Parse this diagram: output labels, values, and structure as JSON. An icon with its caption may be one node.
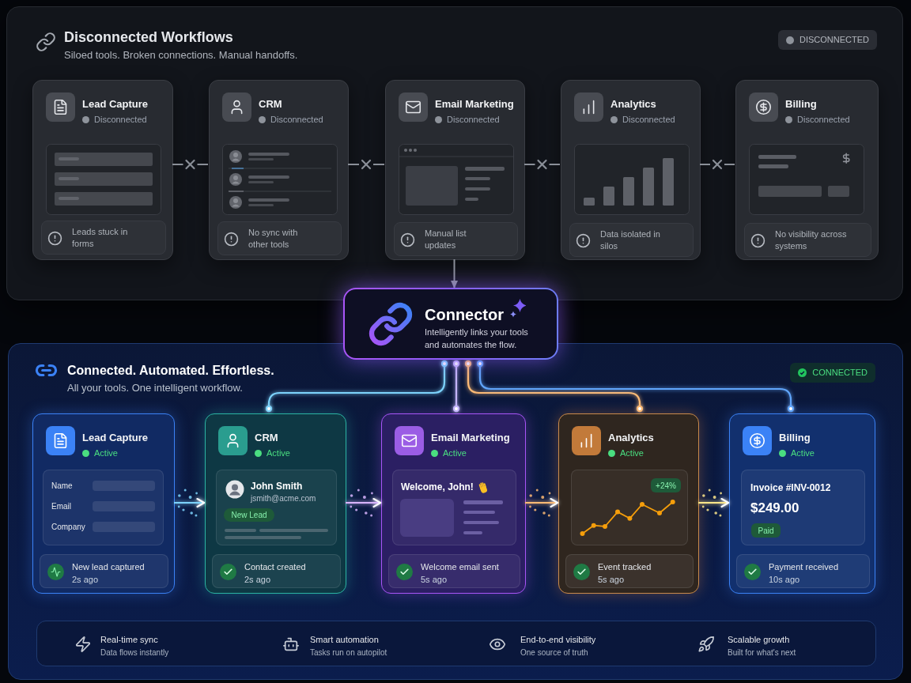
{
  "diagram": {
    "nodes": [
      {
        "text": [
          "Disconnected Workflows",
          "Siloed tools. Broken connections. Manual handoffs."
        ]
      },
      {
        "text": [
          "DISCONNECTED"
        ],
        "in": 0
      },
      {
        "text": [
          "Lead Capture",
          "Disconnected"
        ],
        "in": 0
      },
      {
        "text": [
          "Leads stuck in forms"
        ],
        "in": 2
      },
      {
        "text": [
          "CRM",
          "Disconnected"
        ],
        "in": 0
      },
      {
        "text": [
          "No sync with other tools"
        ],
        "in": 4
      },
      {
        "text": [
          "Email Marketing",
          "Disconnected"
        ],
        "in": 0
      },
      {
        "text": [
          "Manual list updates"
        ],
        "in": 6
      },
      {
        "text": [
          "Analytics",
          "Disconnected"
        ],
        "in": 0
      },
      {
        "text": [
          "Data isolated in silos"
        ],
        "in": 8
      },
      {
        "text": [
          "Billing",
          "Disconnected"
        ],
        "in": 0
      },
      {
        "text": [
          "No visibility across systems"
        ],
        "in": 10
      },
      {
        "text": [
          "Connector",
          "Intelligently links your tools and automates the flow."
        ]
      },
      {
        "text": [
          "Connected. Automated. Effortless.",
          "All your tools. One intelligent workflow."
        ]
      },
      {
        "text": [
          "CONNECTED"
        ],
        "in": 13
      },
      {
        "text": [
          "Lead Capture",
          "Active"
        ],
        "in": 13
      },
      {
        "text": [
          "Name",
          "Email",
          "Company"
        ],
        "in": 15
      },
      {
        "text": [
          "New lead captured",
          "2s ago"
        ],
        "in": 15
      },
      {
        "text": [
          "CRM",
          "Active"
        ],
        "in": 13
      },
      {
        "text": [
          "John Smith",
          "jsmith@acme.com"
        ],
        "in": 18
      },
      {
        "text": [
          "New Lead"
        ],
        "in": 19
      },
      {
        "text": [
          "Contact created",
          "2s ago"
        ],
        "in": 18
      },
      {
        "text": [
          "Email Marketing",
          "Active"
        ],
        "in": 13
      },
      {
        "text": [
          "Welcome, John!"
        ],
        "in": 22
      },
      {
        "text": [
          "Welcome email sent",
          "5s ago"
        ],
        "in": 22
      },
      {
        "text": [
          "Analytics",
          "Active"
        ],
        "in": 13
      },
      {
        "text": [],
        "shape": "box",
        "in": 25
      },
      {
        "text": [
          "+24%"
        ],
        "in": 26
      },
      {
        "text": [
          "Event tracked",
          "5s ago"
        ],
        "in": 25
      },
      {
        "text": [
          "Billing",
          "Active"
        ],
        "in": 13
      },
      {
        "text": [
          "Invoice #INV-0012",
          "$249.00"
        ],
        "in": 29
      },
      {
        "text": [
          "Paid"
        ],
        "in": 30
      },
      {
        "text": [
          "Payment received",
          "10s ago"
        ],
        "in": 29
      },
      {
        "text": [
          "Real-time sync",
          "Data flows instantly",
          "Smart automation",
          "Tasks run on autopilot",
          "End-to-end visibility",
          "One source of truth",
          "Scalable growth",
          "Built for what's next"
        ],
        "in": 13
      }
    ],
    "edges": [
      {
        "from": 2,
        "to": 4,
        "arrow": "none",
        "style": "dashed"
      },
      {
        "from": 4,
        "to": 6,
        "arrow": "none",
        "style": "dashed"
      },
      {
        "from": 6,
        "to": 8,
        "arrow": "none",
        "style": "dashed"
      },
      {
        "from": 8,
        "to": 10,
        "arrow": "none",
        "style": "dashed"
      },
      {
        "from": 6,
        "to": 12,
        "arrow": "to"
      },
      {
        "from": 12,
        "to": 18,
        "arrow": "other",
        "color": "#7dd3fc"
      },
      {
        "from": 12,
        "to": 22,
        "arrow": "other",
        "color": "#c4b5fd"
      },
      {
        "from": 12,
        "to": 25,
        "arrow": "other",
        "color": "#fdba74"
      },
      {
        "from": 12,
        "to": 29,
        "arrow": "other",
        "color": "#60a5fa"
      },
      {
        "from": 15,
        "to": 18,
        "arrow": "to",
        "color": "#7dd3fc"
      },
      {
        "from": 18,
        "to": 22,
        "arrow": "to",
        "color": "#d8b4fe"
      },
      {
        "from": 22,
        "to": 25,
        "arrow": "to",
        "color": "#fdba74"
      },
      {
        "from": 25,
        "to": 29,
        "arrow": "to",
        "color": "#fde68a"
      }
    ]
  }
}
